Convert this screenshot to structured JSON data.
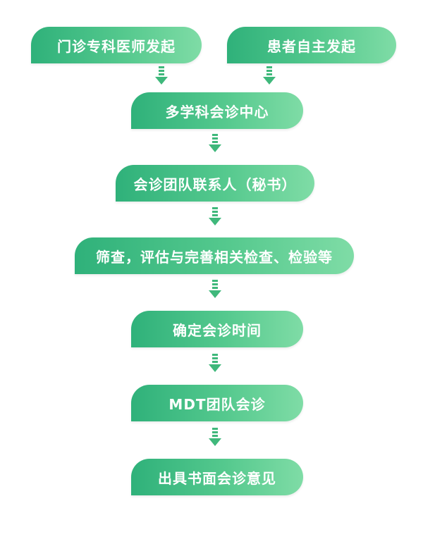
{
  "flow": {
    "start_doctor": "门诊专科医师发起",
    "start_patient": "患者自主发起",
    "center": "多学科会诊中心",
    "secretary": "会诊团队联系人（秘书）",
    "screening": "筛查，评估与完善相关检查、检验等",
    "schedule": "确定会诊时间",
    "mdt": "MDT团队会诊",
    "report": "出具书面会诊意见"
  },
  "colors": {
    "node_start": "#2fb17a",
    "node_end": "#7fdca6",
    "arrow": "#3fb87b"
  }
}
